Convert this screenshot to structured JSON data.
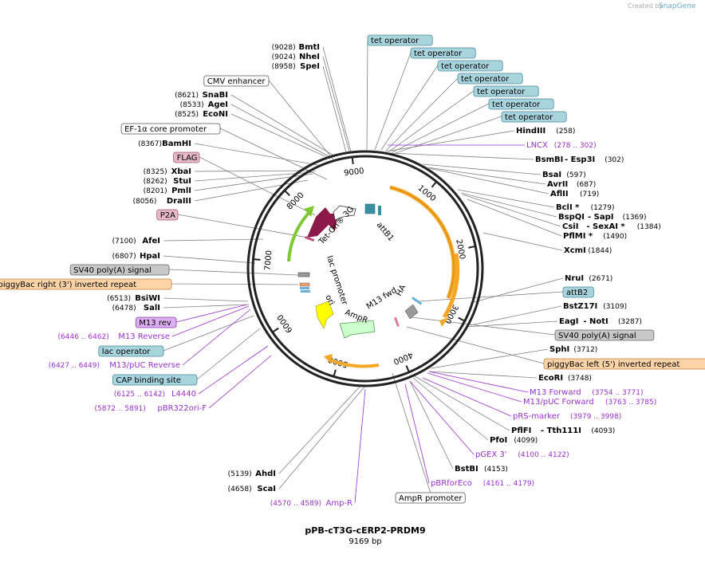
{
  "credit": "Created by",
  "credit_brand": "SnapGene",
  "plasmid": {
    "name": "pPB-cT3G-cERP2-PRDM9",
    "length_label": "9169 bp",
    "length": 9169
  },
  "ticks": [
    "1000",
    "2000",
    "3000",
    "4000",
    "5000",
    "6000",
    "7000",
    "8000",
    "9000"
  ],
  "box_labels": [
    {
      "id": "tet1",
      "text": "tet operator",
      "style": "blue"
    },
    {
      "id": "tet2",
      "text": "tet operator",
      "style": "blue"
    },
    {
      "id": "tet3",
      "text": "tet operator",
      "style": "blue"
    },
    {
      "id": "tet4",
      "text": "tet operator",
      "style": "blue"
    },
    {
      "id": "tet5",
      "text": "tet operator",
      "style": "blue"
    },
    {
      "id": "tet6",
      "text": "tet operator",
      "style": "blue"
    },
    {
      "id": "tet7",
      "text": "tet operator",
      "style": "blue"
    },
    {
      "id": "cmv",
      "text": "CMV enhancer",
      "style": "white"
    },
    {
      "id": "ef1a",
      "text": "EF-1α core promoter",
      "style": "white"
    },
    {
      "id": "flag",
      "text": "FLAG",
      "style": "pink"
    },
    {
      "id": "p2a",
      "text": "P2A",
      "style": "pink"
    },
    {
      "id": "sv40l",
      "text": "SV40 poly(A) signal",
      "style": "gray"
    },
    {
      "id": "pbright",
      "text": "piggyBac right (3') inverted repeat",
      "style": "orange"
    },
    {
      "id": "m13rev",
      "text": "M13 rev",
      "style": "violet"
    },
    {
      "id": "lacop",
      "text": "lac operator",
      "style": "blue"
    },
    {
      "id": "cap",
      "text": "CAP binding site",
      "style": "blue"
    },
    {
      "id": "attb2",
      "text": "attB2",
      "style": "blue"
    },
    {
      "id": "sv40r",
      "text": "SV40 poly(A) signal",
      "style": "gray"
    },
    {
      "id": "pbleft",
      "text": "piggyBac left (5') inverted repeat",
      "style": "orange"
    },
    {
      "id": "amprprom",
      "text": "AmpR promoter",
      "style": "white"
    }
  ],
  "sites_left": [
    {
      "pos": "(9028)",
      "name": "BmtI"
    },
    {
      "pos": "(9024)",
      "name": "NheI"
    },
    {
      "pos": "(8958)",
      "name": "SpeI"
    },
    {
      "pos": "(8621)",
      "name": "SnaBI"
    },
    {
      "pos": "(8533)",
      "name": "AgeI"
    },
    {
      "pos": "(8525)",
      "name": "EcoNI"
    },
    {
      "pos": "(8367)",
      "name": "BamHI"
    },
    {
      "pos": "(8325)",
      "name": "XbaI"
    },
    {
      "pos": "(8262)",
      "name": "StuI"
    },
    {
      "pos": "(8201)",
      "name": "PmlI"
    },
    {
      "pos": "(8056)",
      "name": "DraIII"
    },
    {
      "pos": "(7100)",
      "name": "AfeI"
    },
    {
      "pos": "(6807)",
      "name": "HpaI"
    },
    {
      "pos": "(6513)",
      "name": "BsiWI"
    },
    {
      "pos": "(6478)",
      "name": "SalI"
    },
    {
      "pos": "(5139)",
      "name": "AhdI"
    },
    {
      "pos": "(4658)",
      "name": "ScaI"
    }
  ],
  "sites_right": [
    {
      "name": "HindIII",
      "pos": "(258)"
    },
    {
      "name": "BsmBI",
      "mid": "- Esp3I",
      "pos": "(302)"
    },
    {
      "name": "BsaI",
      "pos": "(597)"
    },
    {
      "name": "AvrII",
      "pos": "(687)"
    },
    {
      "name": "AflII",
      "pos": "(719)"
    },
    {
      "name": "BclI *",
      "pos": "(1279)"
    },
    {
      "name": "BspQI",
      "mid": "- SapI",
      "pos": "(1369)"
    },
    {
      "name": "CsiI",
      "mid": "- SexAI *",
      "pos": "(1384)"
    },
    {
      "name": "PflMI *",
      "pos": "(1490)"
    },
    {
      "name": "XcmI",
      "pos": "(1844)"
    },
    {
      "name": "NruI",
      "pos": "(2671)"
    },
    {
      "name": "BstZ17I",
      "pos": "(3109)"
    },
    {
      "name": "EagI",
      "mid": "- NotI",
      "pos": "(3287)"
    },
    {
      "name": "SphI",
      "pos": "(3712)"
    },
    {
      "name": "EcoRI",
      "pos": "(3748)"
    },
    {
      "name": "PflFI",
      "mid": "- Tth111I",
      "pos": "(4093)"
    },
    {
      "name": "PfoI",
      "pos": "(4099)"
    },
    {
      "name": "BstBI",
      "pos": "(4153)"
    }
  ],
  "primers": [
    {
      "id": "lncx",
      "name": "LNCX",
      "range": "(278 .. 302)"
    },
    {
      "id": "m13fwd",
      "name": "M13 Forward",
      "range": "(3754 .. 3771)"
    },
    {
      "id": "m13puc",
      "name": "M13/pUC Forward",
      "range": "(3763 .. 3785)"
    },
    {
      "id": "prs",
      "name": "pRS-marker",
      "range": "(3979 .. 3998)"
    },
    {
      "id": "pgex",
      "name": "pGEX 3'",
      "range": "(4100 .. 4122)"
    },
    {
      "id": "pbrfor",
      "name": "pBRforEco",
      "range": "(4161 .. 4179)"
    },
    {
      "id": "ampr",
      "name": "Amp-R",
      "range": "(4570 .. 4589)"
    },
    {
      "id": "m13r",
      "name": "M13 Reverse",
      "range": "(6446 .. 6462)"
    },
    {
      "id": "m13pucr",
      "name": "M13/pUC Reverse",
      "range": "(6427 .. 6449)"
    },
    {
      "id": "l4440",
      "name": "L4440",
      "range": "(6125 .. 6142)"
    },
    {
      "id": "pbr322",
      "name": "pBR322ori-F",
      "range": "(5872 .. 5891)"
    }
  ],
  "inner_features": [
    "Tet-On® 3G",
    "attB1",
    "lac promoter",
    "ori",
    "AmpR",
    "M13 fwd",
    "HA"
  ],
  "colors": {
    "blue_box": "#a8d4de",
    "white_box": "#ffffff",
    "pink_box": "#e6b8c8",
    "gray_box": "#c8c8c8",
    "orange_box": "#fcd4a8",
    "violet_box": "#dcb0f0",
    "primer": "#9b30d0",
    "orange_arrow": "#f5a623",
    "tet_on": "#8b1a4a",
    "ampr": "#ccffcc",
    "ori": "#ffff00"
  }
}
